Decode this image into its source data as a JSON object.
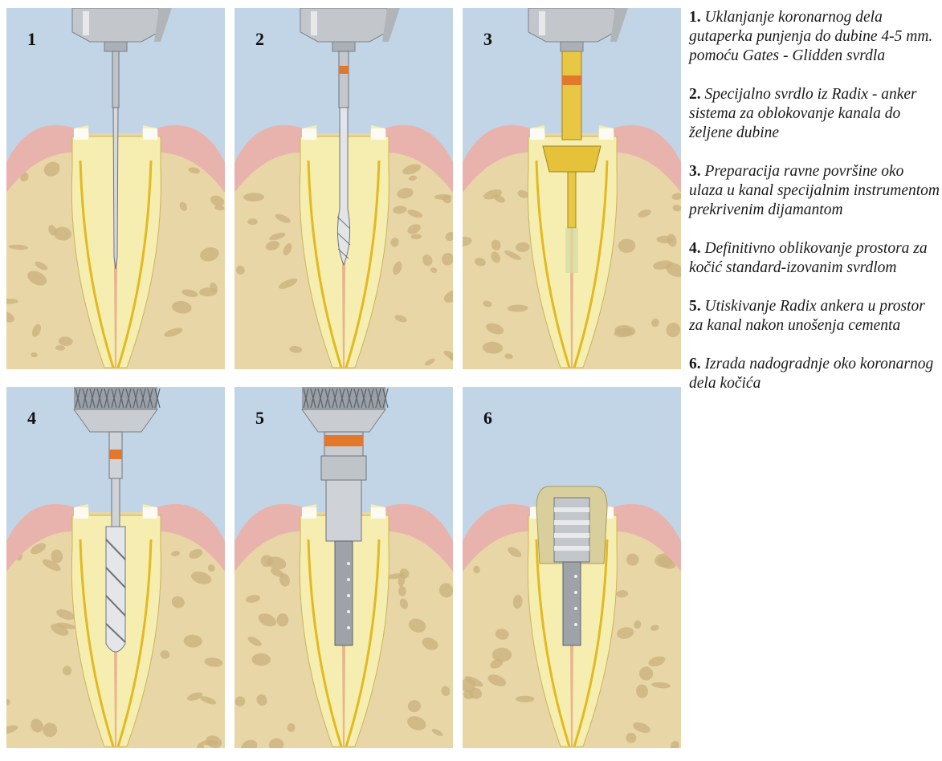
{
  "panels": [
    {
      "num": "1",
      "instrument": "gates-glidden-drill"
    },
    {
      "num": "2",
      "instrument": "radix-special-drill"
    },
    {
      "num": "3",
      "instrument": "diamond-facing-instrument"
    },
    {
      "num": "4",
      "instrument": "standardized-drill"
    },
    {
      "num": "5",
      "instrument": "radix-anchor-inserter"
    },
    {
      "num": "6",
      "instrument": "core-buildup"
    }
  ],
  "steps": [
    {
      "num": "1.",
      "text": "Uklanjanje koronarnog dela gutaperka punjenja do dubine 4-5 mm. pomoću Gates - Glidden svrdla"
    },
    {
      "num": "2.",
      "text": "Specijalno svrdlo iz Radix - anker sistema za oblokovanje kanala do željene dubine"
    },
    {
      "num": "3.",
      "text": "Preparacija ravne površine oko ulaza u kanal specijalnim instrumentom prekrivenim dijamantom"
    },
    {
      "num": "4.",
      "text": "Definitivno oblikovanje prostora za kočić standard-izovanim svrdlom"
    },
    {
      "num": "5.",
      "text": "Utiskivanje Radix ankera u prostor za kanal nakon unošenja cementa"
    },
    {
      "num": "6.",
      "text": "Izrada nadogradnje oko koronarnog dela kočića"
    }
  ],
  "colors": {
    "background": "#c2d5e7",
    "gingiva": "#e9b3ad",
    "bone": "#e8d6a6",
    "bone_pores": "#c9b07c",
    "dentin": "#f6eeb0",
    "gutta_percha": "#e3b920",
    "metal": "#b7bcc2",
    "orange_band": "#e3782a"
  }
}
